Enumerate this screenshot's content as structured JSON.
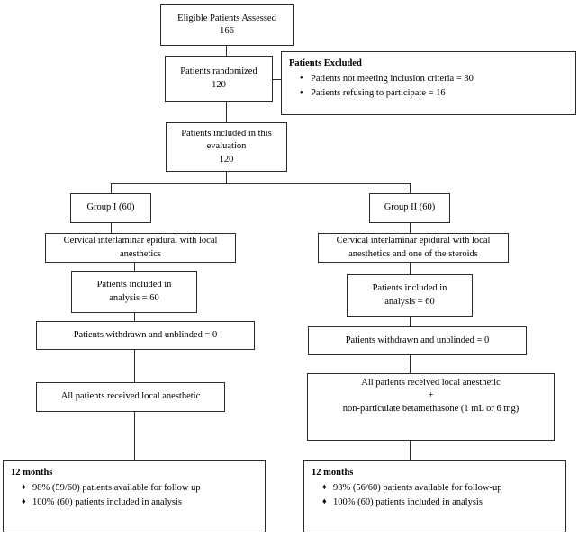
{
  "diagram": {
    "title": "CONSORT patient flow diagram",
    "line_color": "#2b2b2b",
    "background": "#ffffff"
  },
  "nodes": {
    "eligible": {
      "label": "Eligible Patients Assessed",
      "value": "166"
    },
    "randomized": {
      "label": "Patients randomized",
      "value": "120"
    },
    "excluded": {
      "heading": "Patients Excluded",
      "bullet": "•",
      "items": [
        "Patients not meeting inclusion criteria = 30",
        "Patients refusing to participate = 16"
      ]
    },
    "included_evaluation": {
      "label": "Patients included in this evaluation",
      "value": "120"
    },
    "group1": {
      "label": "Group I (60)"
    },
    "group2": {
      "label": "Group II (60)"
    },
    "group1_intervention": {
      "line1": "Cervical interlaminar epidural with local",
      "line2": "anesthetics"
    },
    "group2_intervention": {
      "line1": "Cervical interlaminar epidural with local",
      "line2": "anesthetics and one of the steroids"
    },
    "group1_analysis": {
      "line1": "Patients included in",
      "line2": "analysis = 60"
    },
    "group2_analysis": {
      "line1": "Patients included in",
      "line2": "analysis = 60"
    },
    "group1_withdrawn": {
      "label": "Patients withdrawn and unblinded = 0"
    },
    "group2_withdrawn": {
      "label": "Patients withdrawn and unblinded = 0"
    },
    "group1_treatment": {
      "line1": "All patients received local anesthetic"
    },
    "group2_treatment": {
      "line1": "All patients received local anesthetic",
      "line2": "+",
      "line3": "non-particulate betamethasone (1 mL or 6 mg)"
    },
    "group1_followup": {
      "heading": "12 months",
      "bullet": "♦",
      "items": [
        "98% (59/60) patients available for follow up",
        "100% (60) patients included in analysis"
      ]
    },
    "group2_followup": {
      "heading": "12 months",
      "bullet": "♦",
      "items": [
        "93% (56/60) patients available for follow-up",
        "100% (60) patients included in analysis"
      ]
    }
  }
}
